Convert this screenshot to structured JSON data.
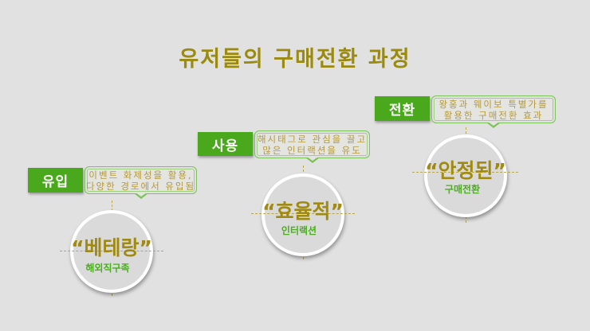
{
  "title": "유저들의 구매전환 과정",
  "colors": {
    "background": "#e1e1e1",
    "title": "#9a8a10",
    "badge": "#4aa81c",
    "callout_border": "#7cc35a",
    "callout_text": "#b59a3a",
    "keyword": "#a08a10",
    "subkeyword": "#4aae1e"
  },
  "steps": [
    {
      "badge": "유입",
      "callout": [
        "이벤트 화제성을 활용,",
        "다양한 경로에서 유입됨"
      ],
      "keyword": "“베테랑”",
      "sub": "해외직구족"
    },
    {
      "badge": "사용",
      "callout": [
        "해시태그로 관심을 끌고",
        "많은 인터랙션을 유도"
      ],
      "keyword": "“효율적”",
      "sub": "인터랙션"
    },
    {
      "badge": "전환",
      "callout": [
        "왕홍과 웨이보 특별가를",
        "활용한 구매전환 효과"
      ],
      "keyword": "“안정된”",
      "sub": "구매전환"
    }
  ]
}
